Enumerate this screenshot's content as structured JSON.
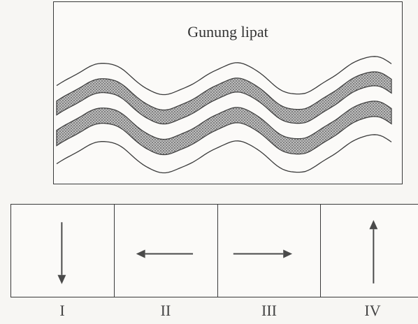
{
  "figure": {
    "title": "Gunung lipat"
  },
  "options": [
    {
      "label": "I",
      "arrow": "down"
    },
    {
      "label": "II",
      "arrow": "left"
    },
    {
      "label": "III",
      "arrow": "right"
    },
    {
      "label": "IV",
      "arrow": "up"
    }
  ],
  "colors": {
    "stroke": "#3a3a3a",
    "stipple": "#8a8a8a"
  }
}
